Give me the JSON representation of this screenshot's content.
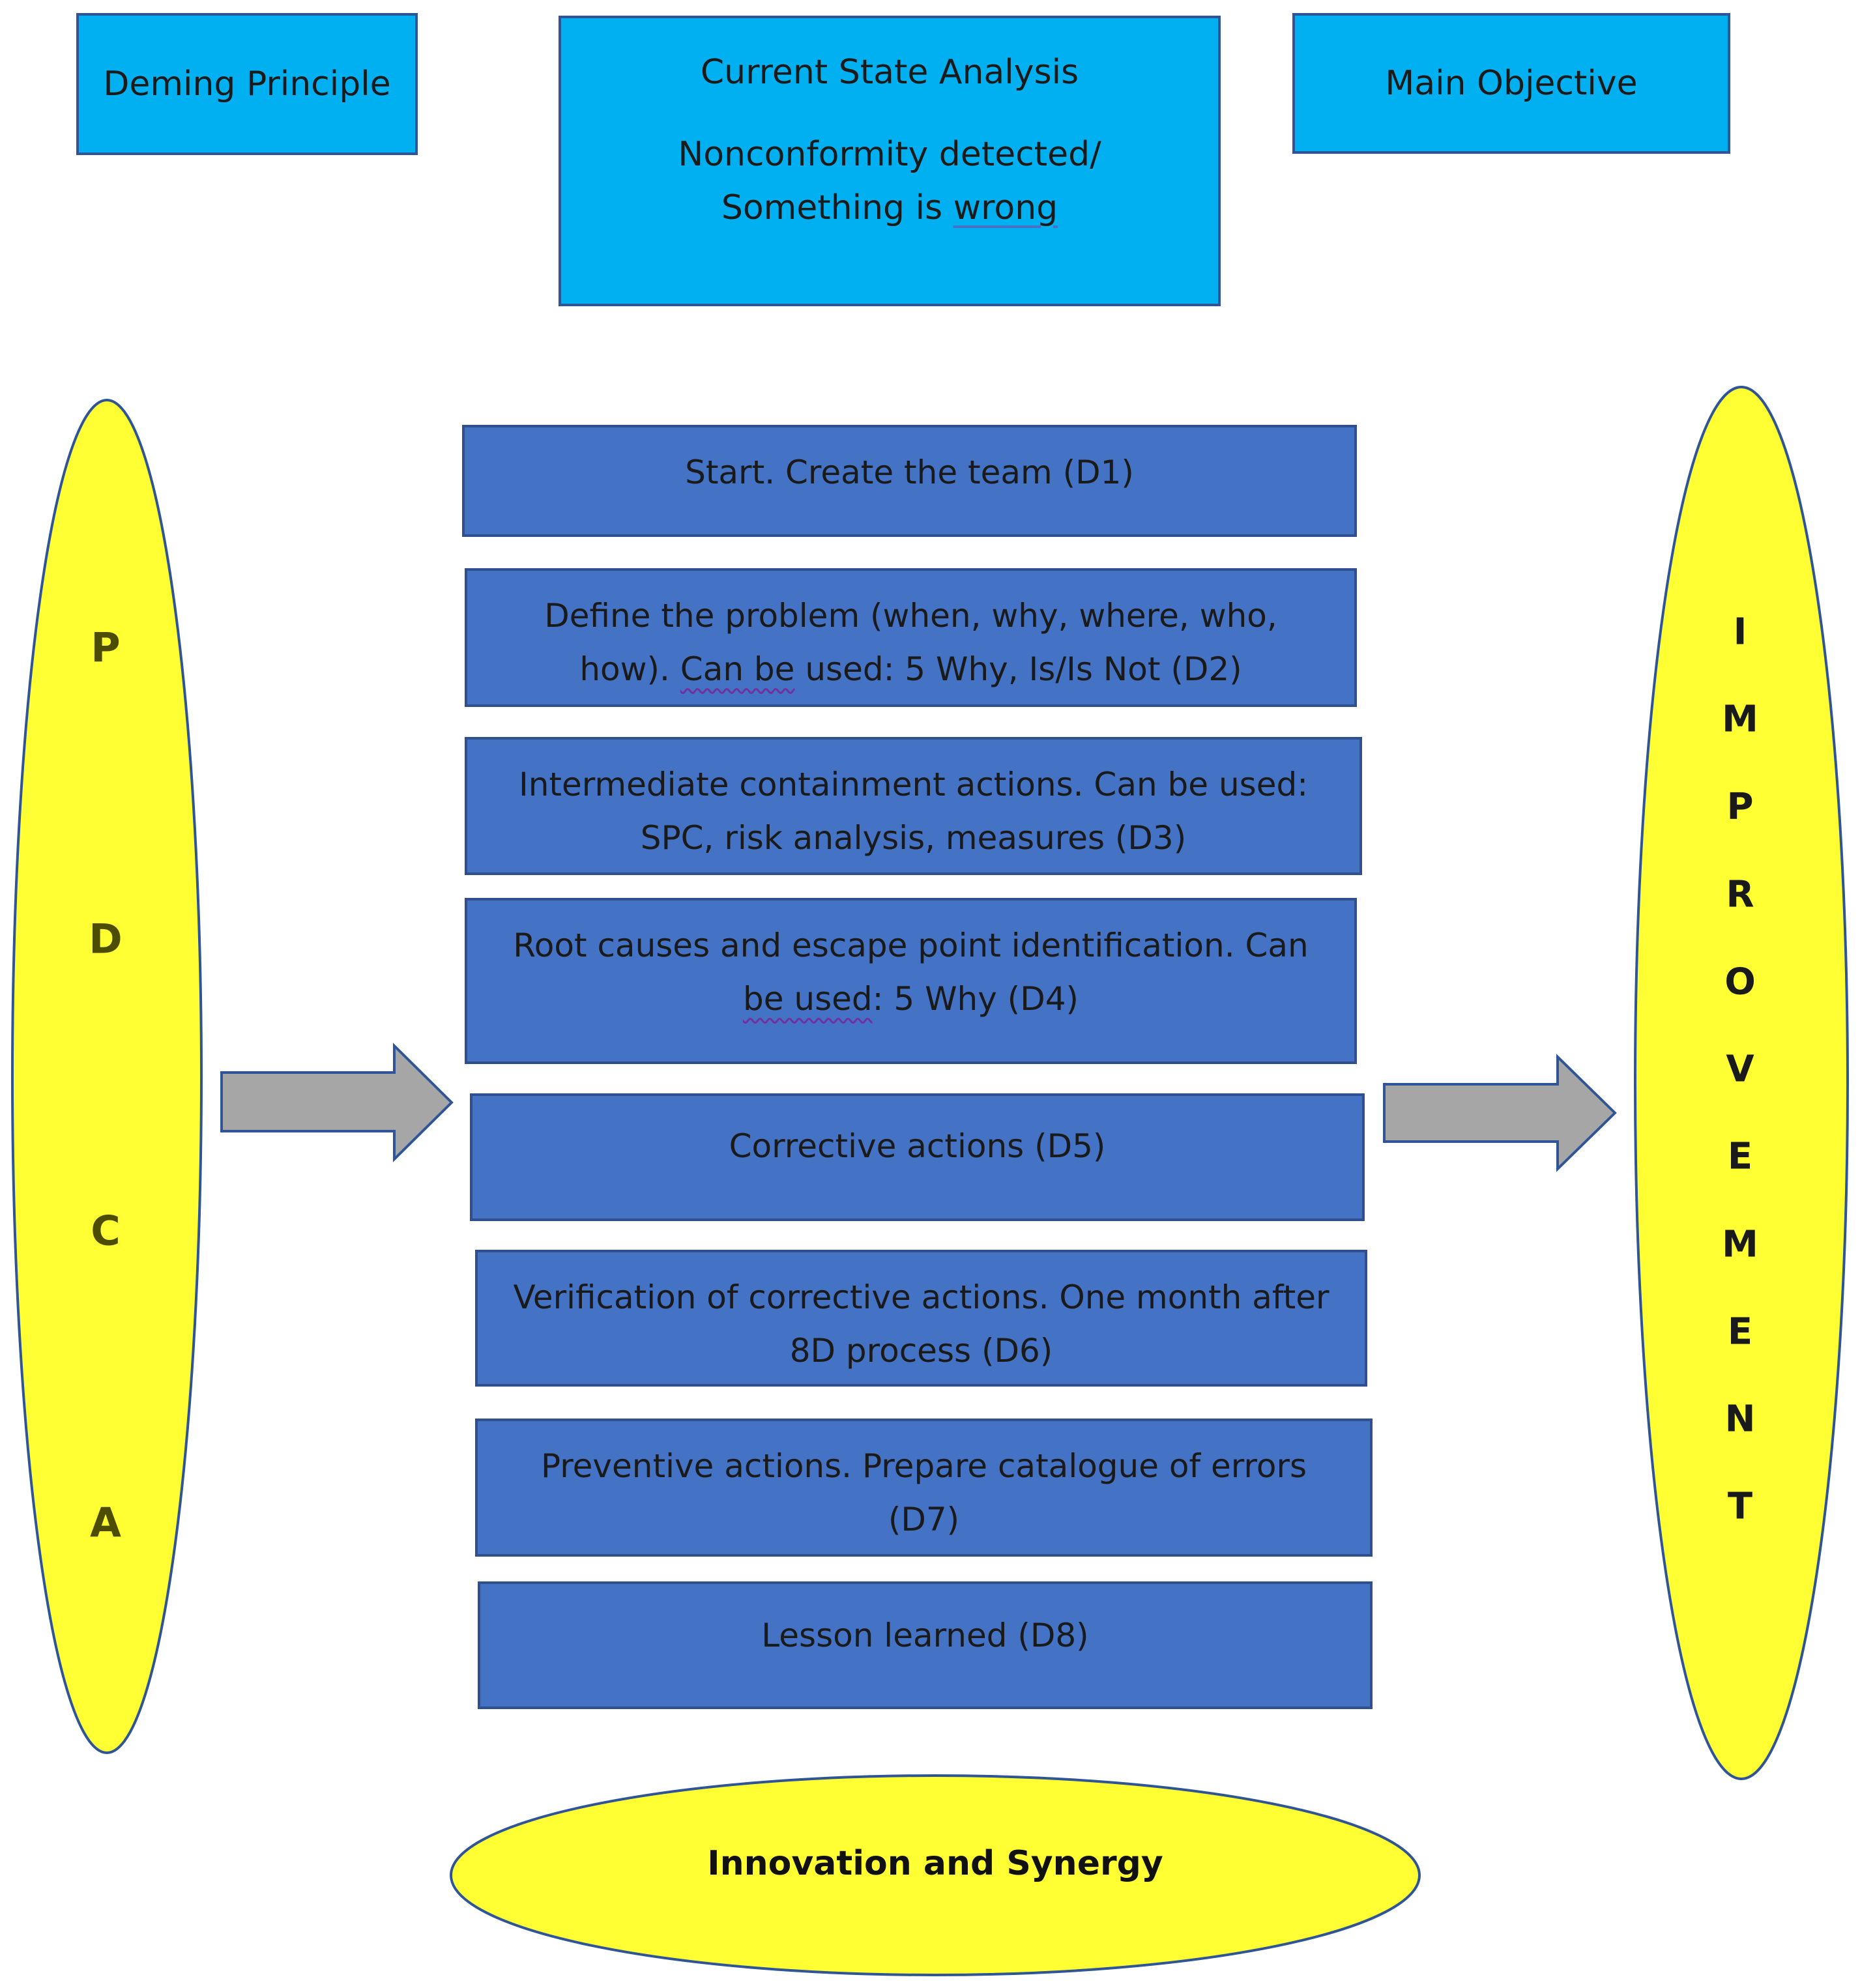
{
  "header": {
    "deming": "Deming Principle",
    "current_state_title": "Current State Analysis",
    "current_state_line1": "Nonconformity detected/",
    "current_state_line2a": "Something is ",
    "current_state_line2b": "wrong",
    "main_objective": "Main Objective"
  },
  "pdca": {
    "letters": [
      "P",
      "D",
      "C",
      "A"
    ]
  },
  "steps": [
    {
      "line1": "Start. Create the team (D1)"
    },
    {
      "line1": "Define the problem (when, why, where, who,",
      "line2a": "how). ",
      "line2b": "Can be",
      "line2c": " used: 5 Why, Is/Is Not (D2)"
    },
    {
      "line1": "Intermediate containment actions. Can be used:",
      "line2": "SPC, risk analysis, measures  (D3)"
    },
    {
      "line1": "Root causes and escape point identification. Can",
      "line2b": "be used",
      "line2c": ": 5 Why (D4)"
    },
    {
      "line1": "Corrective actions (D5)"
    },
    {
      "line1": "Verification of corrective actions. One month after",
      "line2": "8D process (D6)"
    },
    {
      "line1": "Preventive actions. Prepare catalogue of errors",
      "line2": "(D7)"
    },
    {
      "line1": "Lesson learned (D8)"
    }
  ],
  "improvement": {
    "letters": [
      "I",
      "M",
      "P",
      "R",
      "O",
      "V",
      "E",
      "M",
      "E",
      "N",
      "T"
    ]
  },
  "innovation": "Innovation and Synergy",
  "colors": {
    "top_box": "#00b0f0",
    "step_box": "#4472c4",
    "ellipse": "#ffff33",
    "arrow": "#a6a6a6"
  }
}
